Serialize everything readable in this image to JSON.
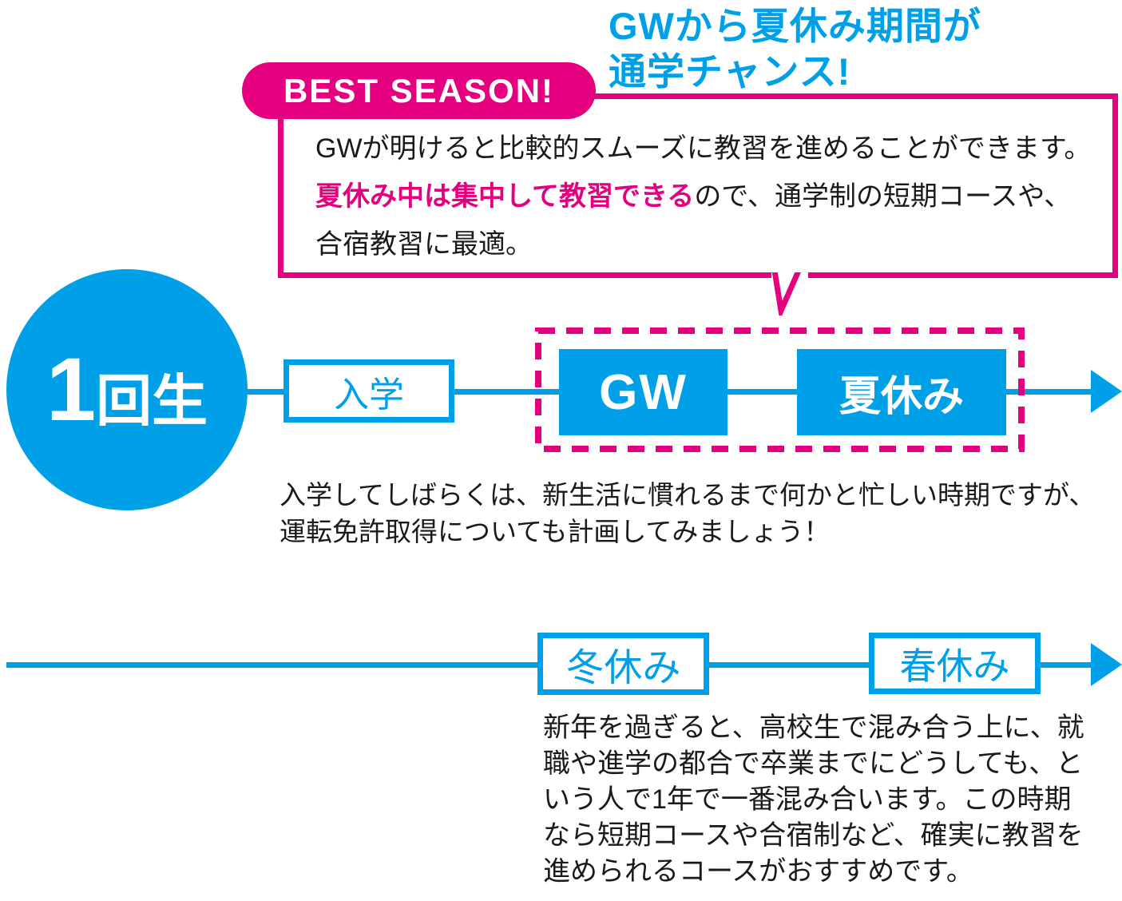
{
  "colors": {
    "blue": "#00A0E9",
    "pink": "#E4007F",
    "text": "#1A1A1A"
  },
  "headline": {
    "line1": "GWから夏休み期間が",
    "line2": "通学チャンス!"
  },
  "callout": {
    "badge": "BEST SEASON!",
    "text1": "GWが明けると比較的スムーズに教習を進めることができます。",
    "text2_highlight": "夏休み中は集中して教習できる",
    "text2_rest": "ので、通学制の短期コースや、",
    "text3": "合宿教習に最適。"
  },
  "timeline1": {
    "student_number": "1",
    "student_suffix": "回生",
    "nodes": {
      "enrollment": "入学",
      "gw": "GW",
      "summer": "夏休み"
    },
    "note": [
      "入学してしばらくは、新生活に慣れるまで何かと忙しい時期ですが、",
      "運転免許取得についても計画してみましょう！"
    ]
  },
  "timeline2": {
    "nodes": {
      "winter": "冬休み",
      "spring": "春休み"
    },
    "note": [
      "新年を過ぎると、高校生で混み合う上に、就",
      "職や進学の都合で卒業までにどうしても、と",
      "いう人で1年で一番混み合います。この時期",
      "なら短期コースや合宿制など、確実に教習を",
      "進められるコースがおすすめです。"
    ]
  }
}
